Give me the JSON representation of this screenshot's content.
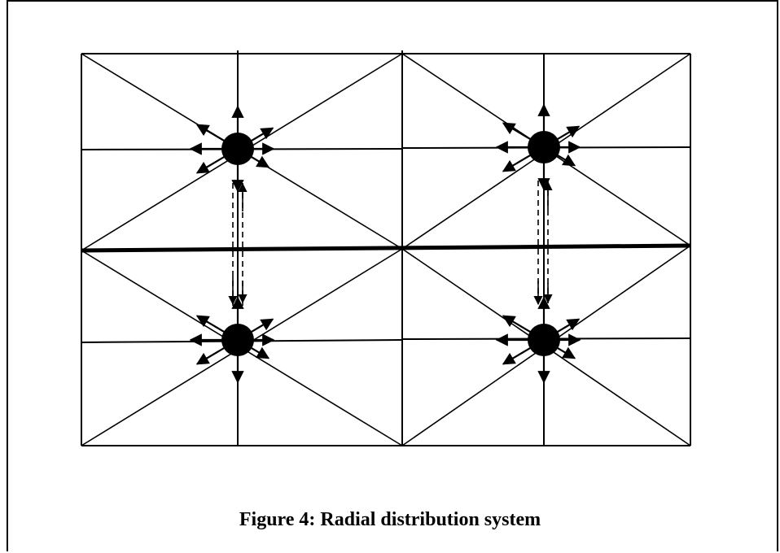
{
  "figure": {
    "caption": "Figure 4: Radial distribution system"
  },
  "diagram": {
    "line_color": "#000000",
    "node_color": "#000000",
    "background": "#ffffff",
    "nodes": [
      {
        "id": "node-top-left"
      },
      {
        "id": "node-top-right"
      },
      {
        "id": "node-bottom-left"
      },
      {
        "id": "node-bottom-right"
      }
    ]
  }
}
